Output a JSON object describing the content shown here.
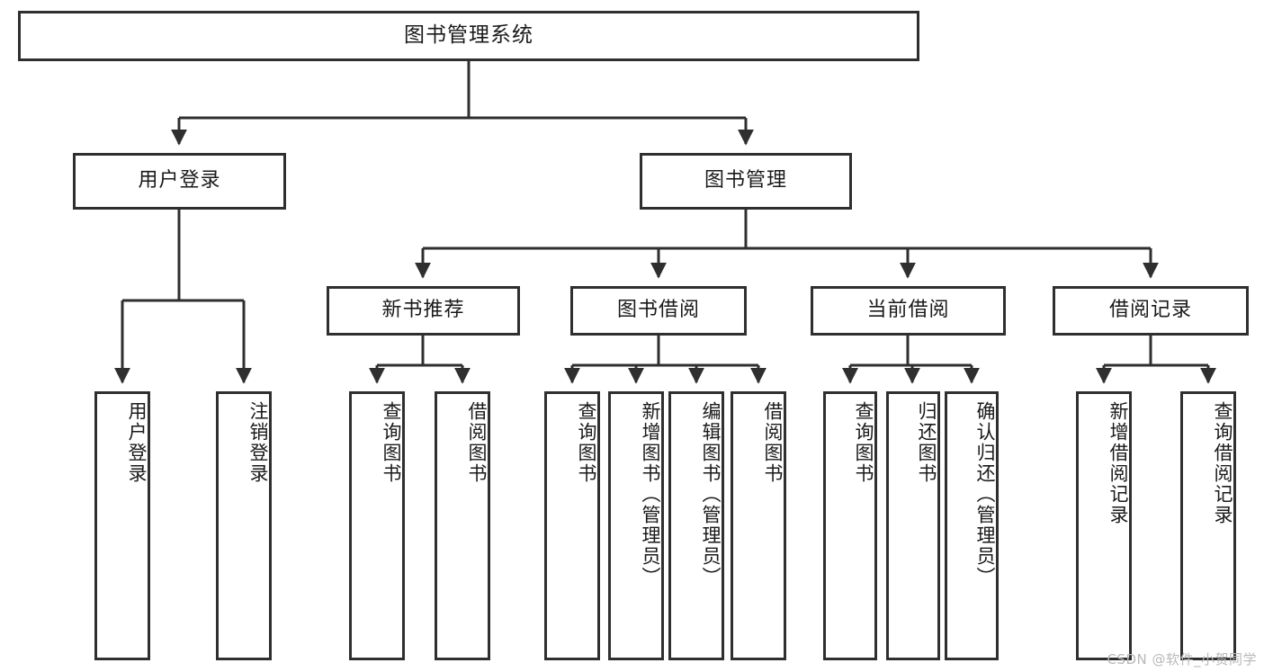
{
  "diagram": {
    "type": "tree",
    "title": "图书管理系统",
    "orientation": "top-down",
    "style": {
      "box_border_color": "#2f2f2f",
      "box_fill_color": "#ffffff",
      "connector_color": "#2f2f2f",
      "background_color": "#ffffff",
      "text_color": "#1a1a1a"
    },
    "root": {
      "label": "图书管理系统"
    },
    "level2": [
      {
        "label": "用户登录"
      },
      {
        "label": "图书管理"
      }
    ],
    "level3": [
      {
        "label": "新书推荐"
      },
      {
        "label": "图书借阅"
      },
      {
        "label": "当前借阅"
      },
      {
        "label": "借阅记录"
      }
    ],
    "leaves": {
      "user_login": [
        {
          "label": "用户登录"
        },
        {
          "label": "注销登录"
        }
      ],
      "new_book_recommend": [
        {
          "label": "查询图书"
        },
        {
          "label": "借阅图书"
        }
      ],
      "book_borrow": [
        {
          "label": "查询图书"
        },
        {
          "label": "新增图书（管理员）"
        },
        {
          "label": "编辑图书（管理员）"
        },
        {
          "label": "借阅图书"
        }
      ],
      "current_borrow": [
        {
          "label": "查询图书"
        },
        {
          "label": "归还图书"
        },
        {
          "label": "确认归还（管理员）"
        }
      ],
      "borrow_record": [
        {
          "label": "新增借阅记录"
        },
        {
          "label": "查询借阅记录"
        }
      ]
    }
  },
  "watermark": {
    "text": "CSDN @软件_小贺同学"
  }
}
